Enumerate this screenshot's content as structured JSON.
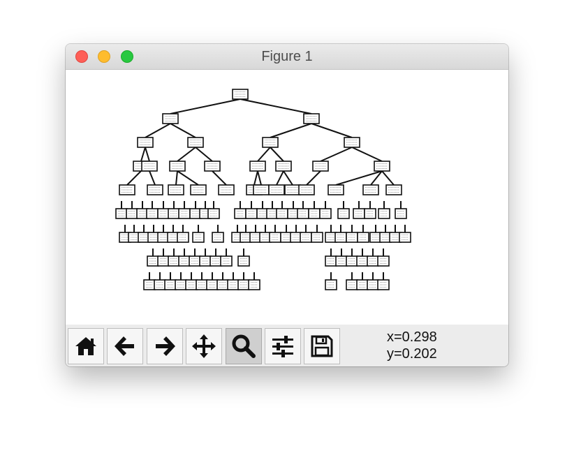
{
  "window": {
    "title": "Figure 1"
  },
  "toolbar": {
    "buttons": [
      {
        "id": "home",
        "icon": "home-icon",
        "active": false
      },
      {
        "id": "back",
        "icon": "arrow-left-icon",
        "active": false
      },
      {
        "id": "forward",
        "icon": "arrow-right-icon",
        "active": false
      },
      {
        "id": "pan",
        "icon": "move-icon",
        "active": false
      },
      {
        "id": "zoom",
        "icon": "magnifier-icon",
        "active": true
      },
      {
        "id": "configure",
        "icon": "sliders-icon",
        "active": false
      },
      {
        "id": "save",
        "icon": "floppy-disk-icon",
        "active": false
      }
    ],
    "coords": {
      "x": "x=0.298",
      "y": "y=0.202"
    }
  },
  "colors": {
    "close": "#fe5f57",
    "minimize": "#febc2e",
    "maximize": "#28c840",
    "active_button": "#cfcfcf"
  }
}
